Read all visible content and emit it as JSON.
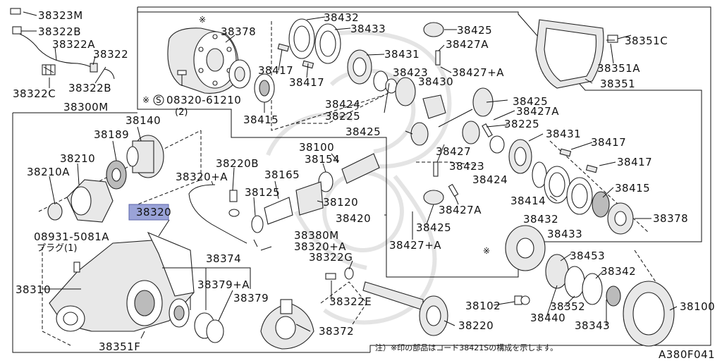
{
  "diagram_code": "A380F041",
  "note": "注）※印の部品はコード38421Sの構成を示します。",
  "fastener_note": {
    "code": "08320-61210",
    "qty": "(2)"
  },
  "plug_note": {
    "code": "08931-5081A",
    "label": "プラグ(1)"
  },
  "highlighted": "38320",
  "labels": {
    "p38323M": "38323M",
    "p38322B_a": "38322B",
    "p38322A": "38322A",
    "p38322": "38322",
    "p38322C": "38322C",
    "p38322B_b": "38322B",
    "p38300M": "38300M",
    "p38378_a": "38378",
    "p38417_a": "38417",
    "p38417_b": "38417",
    "p38432_a": "38432",
    "p38433_a": "38433",
    "p38431_a": "38431",
    "p38424_a": "38424",
    "p38225_a": "38225",
    "p38415_a": "38415",
    "p38425_a": "38425",
    "p38427A_a": "38427A",
    "p38427pA_a": "38427+A",
    "p38423_a": "38423",
    "p38430": "38430",
    "p38425_b": "38425",
    "p38427A_b": "38427A",
    "p38225_b": "38225",
    "p38425_c": "38425",
    "p38427_a": "38427",
    "p38423_b": "38423",
    "p38424_b": "38424",
    "p38431_b": "38431",
    "p38417_c": "38417",
    "p38417_d": "38417",
    "p38427A_c": "38427A",
    "p38425_d": "38425",
    "p38427pA_b": "38427+A",
    "p38414": "38414",
    "p38432_b": "38432",
    "p38433_b": "38433",
    "p38415_b": "38415",
    "p38378_b": "38378",
    "p38351C": "38351C",
    "p38351A": "38351A",
    "p38351": "38351",
    "p38140": "38140",
    "p38189": "38189",
    "p38210": "38210",
    "p38210A": "38210A",
    "p38220B": "38220B",
    "p38320pA_a": "38320+A",
    "p38165": "38165",
    "p38125": "38125",
    "p38100_a": "38100",
    "p38154": "38154",
    "p38120": "38120",
    "p38420": "38420",
    "p38320": "38320",
    "p38380M": "38380M",
    "p38320pA_b": "38320+A",
    "p38322G": "38322G",
    "p38374": "38374",
    "p38379pA": "38379+A",
    "p38379": "38379",
    "p38310": "38310",
    "p38322E": "38322E",
    "p38372": "38372",
    "p38220": "38220",
    "p38102": "38102",
    "p38453": "38453",
    "p38342": "38342",
    "p38352": "38352",
    "p38440": "38440",
    "p38343": "38343",
    "p38100_b": "38100",
    "p38351F": "38351F"
  }
}
